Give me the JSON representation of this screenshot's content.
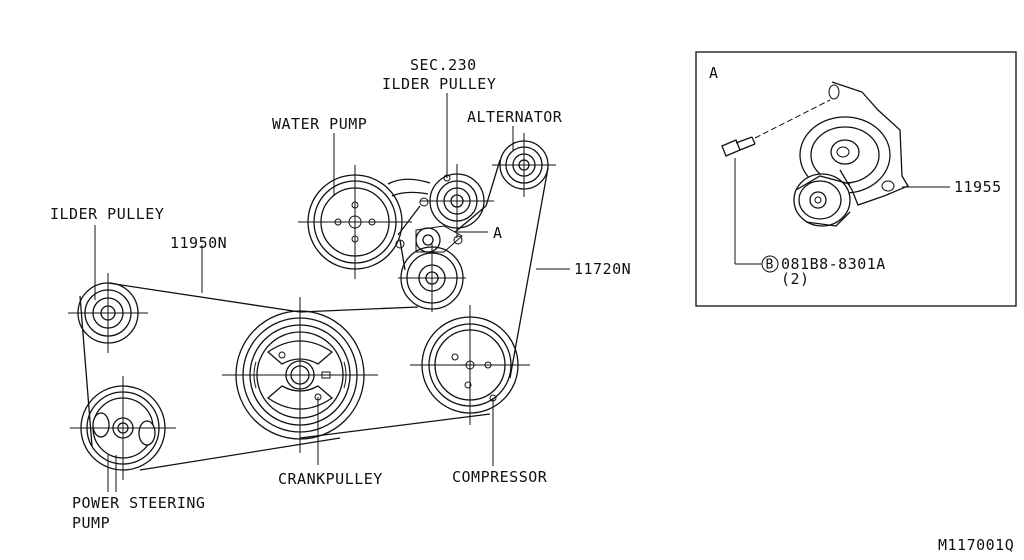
{
  "labels": {
    "sec_230": "SEC.230",
    "idler_pulley_top": "ILDER PULLEY",
    "alternator": "ALTERNATOR",
    "water_pump": "WATER PUMP",
    "idler_pulley_left": "ILDER PULLEY",
    "belt_11950n": "11950N",
    "view_ref_a": "A",
    "belt_11720n": "11720N",
    "crankpulley": "CRANKPULLEY",
    "compressor": "COMPRESSOR",
    "ps_pump_line1": "POWER STEERING",
    "ps_pump_line2": "PUMP"
  },
  "detail": {
    "title": "A",
    "part_11955": "11955",
    "bolt_code_prefix": "B",
    "bolt_part": "081B8-8301A",
    "bolt_qty": "(2)"
  },
  "figure_id": "M117001Q"
}
